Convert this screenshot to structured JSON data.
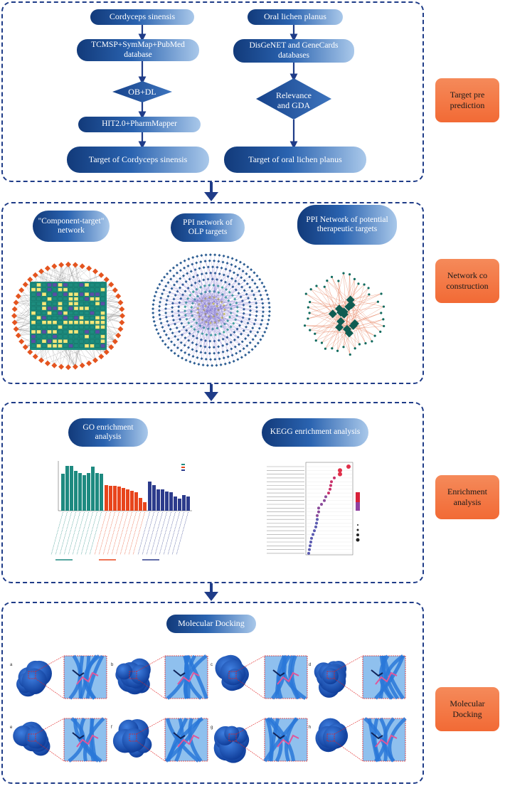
{
  "sections": {
    "target": {
      "label": "Target pre prediction",
      "left": {
        "title": "Cordyceps sinensis",
        "database": "TCMSP+SymMap+PubMed database",
        "filter": "OB+DL",
        "tool": "HIT2.0+PharmMapper",
        "result": "Target of Cordyceps sinensis"
      },
      "right": {
        "title": "Oral lichen planus",
        "database": "DisGeNET and GeneCards databases",
        "filter": "Relevance and GDA",
        "result": "Target of oral lichen planus"
      }
    },
    "network": {
      "label": "Network co construction",
      "items": [
        "\"Component-target\" network",
        "PPI network of OLP targets",
        "PPI Network of potential therapeutic targets"
      ]
    },
    "enrichment": {
      "label": "Enrichment analysis",
      "items": [
        "GO enrichment analysis",
        "KEGG enrichment analysis"
      ]
    },
    "docking": {
      "label": "Molecular Docking",
      "title": "Molecular Docking",
      "panel_letters": [
        "a",
        "b",
        "c",
        "d",
        "e",
        "f",
        "g",
        "h"
      ]
    }
  },
  "colors": {
    "panel_border": "#1f3c88",
    "arrow": "#1f3c88",
    "side_box": "#f26a35",
    "go_bp": "#1e8a80",
    "go_cc": "#e8451c",
    "go_mf": "#2c3b8c"
  }
}
